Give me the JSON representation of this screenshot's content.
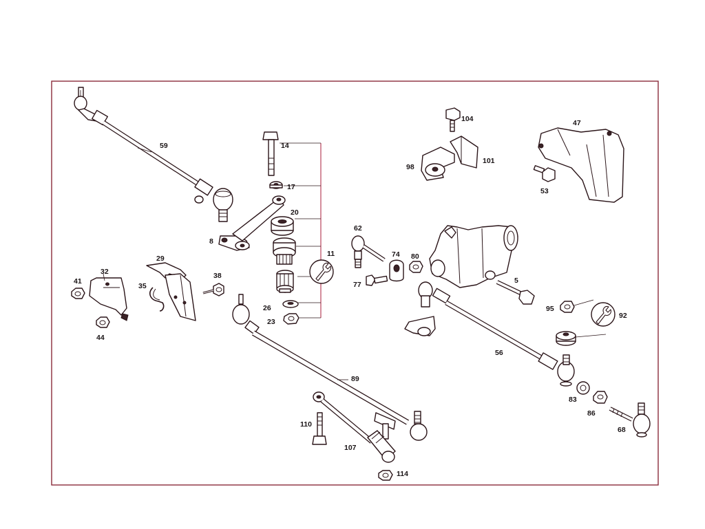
{
  "diagram": {
    "callouts": {
      "c59": "59",
      "c14": "14",
      "c17": "17",
      "c20": "20",
      "c8": "8",
      "c11": "11",
      "c26": "26",
      "c23": "23",
      "c29": "29",
      "c32": "32",
      "c41": "41",
      "c35": "35",
      "c38": "38",
      "c44": "44",
      "c89": "89",
      "c110": "110",
      "c107": "107",
      "c114": "114",
      "c62": "62",
      "c74": "74",
      "c80": "80",
      "c77": "77",
      "c104": "104",
      "c98": "98",
      "c101": "101",
      "c47": "47",
      "c53": "53",
      "c5": "5",
      "c95": "95",
      "c92": "92",
      "c56": "56",
      "c83": "83",
      "c86": "86",
      "c68": "68"
    },
    "colors": {
      "frame": "#8a2a3a",
      "bracket": "#b0304a",
      "ink": "#2a1418"
    }
  }
}
